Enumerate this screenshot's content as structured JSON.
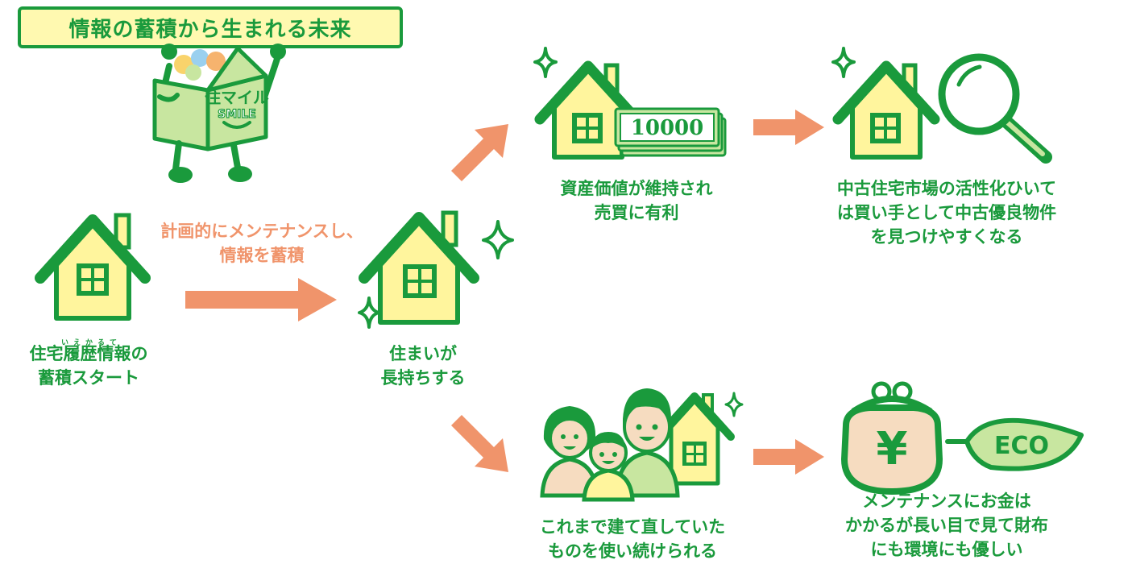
{
  "banner": {
    "title": "情報の蓄積から生まれる未来"
  },
  "mascot": {
    "sign_kana": "住マイル",
    "sign_latin": "SMILE"
  },
  "steps": {
    "start": {
      "ruby": "いえかるて",
      "line1": "住宅履歴情報の",
      "line2": "蓄積スタート"
    },
    "maintain": {
      "line1": "計画的にメンテナンスし、",
      "line2": "情報を蓄積"
    },
    "long_life": {
      "line1": "住まいが",
      "line2": "長持ちする"
    },
    "asset": {
      "banknote": "10000",
      "line1": "資産価値が維持され",
      "line2": "売買に有利"
    },
    "market": {
      "line1": "中古住宅市場の活性化ひいて",
      "line2": "は買い手として中古優良物件",
      "line3": "を見つけやすくなる"
    },
    "reuse": {
      "line1": "これまで建て直していた",
      "line2": "ものを使い続けられる"
    },
    "eco": {
      "yen": "¥",
      "leaf": "ECO",
      "line1": "メンテナンスにお金は",
      "line2": "かかるが長い目で見て財布",
      "line3": "にも環境にも優しい"
    }
  },
  "colors": {
    "green": "#1a9a3c",
    "house_fill": "#fff59d",
    "arrow": "#f0946b",
    "light_green": "#c8e6a0",
    "beige": "#f6dcc0"
  }
}
